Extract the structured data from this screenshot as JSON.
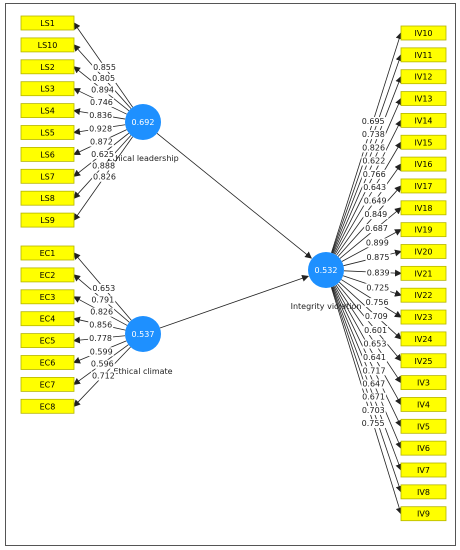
{
  "latents": [
    {
      "id": "EL",
      "name": "Ethical leadership",
      "r2": "0.692",
      "indicators": [
        "LS1",
        "LS10",
        "LS2",
        "LS3",
        "LS4",
        "LS5",
        "LS6",
        "LS7",
        "LS8",
        "LS9"
      ],
      "loadings": [
        "0.855",
        "0.805",
        "0.894",
        "0.746",
        "0.836",
        "0.928",
        "0.872",
        "0.625",
        "0.888",
        "0.826"
      ]
    },
    {
      "id": "EC",
      "name": "Ethical climate",
      "r2": "0.537",
      "indicators": [
        "EC1",
        "EC2",
        "EC3",
        "EC4",
        "EC5",
        "EC6",
        "EC7",
        "EC8"
      ],
      "loadings": [
        "0.653",
        "0.791",
        "0.826",
        "0.856",
        "0.778",
        "0.599",
        "0.596",
        "0.712"
      ]
    },
    {
      "id": "IV",
      "name": "Integrity violation",
      "r2": "0.532",
      "indicators": [
        "IV10",
        "IV11",
        "IV12",
        "IV13",
        "IV14",
        "IV15",
        "IV16",
        "IV17",
        "IV18",
        "IV19",
        "IV20",
        "IV21",
        "IV22",
        "IV23",
        "IV24",
        "IV25",
        "IV3",
        "IV4",
        "IV5",
        "IV6",
        "IV7",
        "IV8",
        "IV9"
      ],
      "loadings": [
        "0.695",
        "0.738",
        "0.826",
        "0.622",
        "0.766",
        "0.643",
        "0.649",
        "0.849",
        "0.687",
        "0.899",
        "0.875",
        "0.839",
        "0.725",
        "0.756",
        "0.709",
        "0.601",
        "0.653",
        "0.641",
        "0.717",
        "0.647",
        "0.671",
        "0.703",
        "0.755"
      ]
    }
  ],
  "paths": [
    {
      "from": "EL",
      "to": "IV"
    },
    {
      "from": "EC",
      "to": "IV"
    }
  ],
  "colors": {
    "latent": "#1e90ff",
    "indicator": "#ffff00",
    "line": "#222222"
  }
}
